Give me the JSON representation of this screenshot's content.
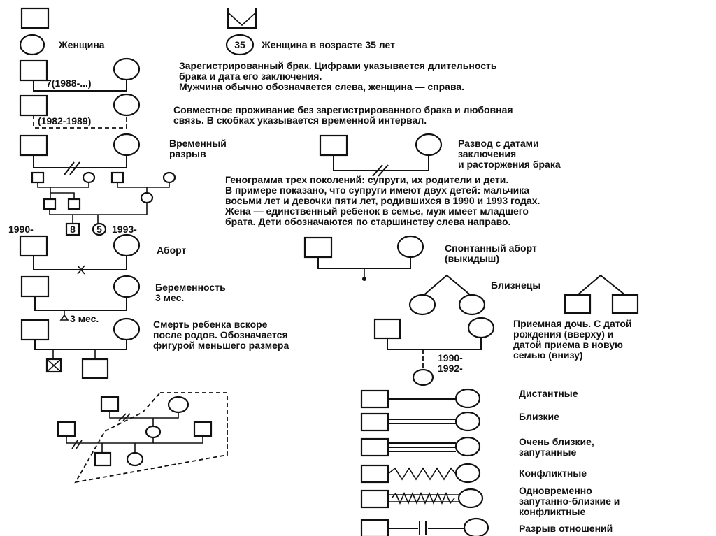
{
  "row1": {
    "woman": "Женщина",
    "age_value": "35",
    "age_text": "Женщина в возрасте 35 лет"
  },
  "marriage": {
    "label": "7(1988-...)",
    "lines": [
      "Зарегистрированный брак. Цифрами указывается длительность",
      "брака и дата его заключения.",
      "Мужчина обычно обозначается слева, женщина — справа."
    ]
  },
  "cohabitation": {
    "label": "(1982-1989)",
    "lines": [
      "Совместное проживание без зарегистрированного брака и любовная",
      "связь. В скобках указывается временной интервал."
    ]
  },
  "separation": {
    "lines": [
      "Временный",
      "разрыв"
    ]
  },
  "divorce": {
    "lines": [
      "Развод с датами",
      "заключения",
      "и расторжения брака"
    ]
  },
  "genogram": {
    "lines": [
      "Генограмма трех поколений: супруги, их родители и дети.",
      "В примере показано, что супруги имеют двух детей: мальчика",
      "восьми лет и девочки пяти лет, родившихся в 1990 и 1993 годах.",
      "Жена — единственный ребенок в семье, муж имеет младшего",
      "брата. Дети обозначаются по старшинству слева направо."
    ],
    "year_left": "1990-",
    "age_boy": "8",
    "age_girl": "5",
    "year_right": "1993-"
  },
  "abortion": {
    "label": "Аборт"
  },
  "miscarriage": {
    "lines": [
      "Спонтанный аборт",
      "(выкидыш)"
    ]
  },
  "pregnancy": {
    "lines": [
      "Беременность",
      "3 мес."
    ],
    "duration": "3 мес."
  },
  "twins": {
    "label": "Близнецы"
  },
  "child_death": {
    "lines": [
      "Смерть ребенка вскоре",
      "после родов. Обозначается",
      "фигурой меньшего размера"
    ]
  },
  "adoption": {
    "lines": [
      "Приемная дочь. С датой",
      "рождения (вверху) и",
      "датой приема в новую",
      "семью (внизу)"
    ],
    "date_top": "1990-",
    "date_bottom": "1992-"
  },
  "relationships": [
    {
      "lines": [
        "Дистантные"
      ]
    },
    {
      "lines": [
        "Близкие"
      ]
    },
    {
      "lines": [
        "Очень близкие,",
        "запутанные"
      ]
    },
    {
      "lines": [
        "Конфликтные"
      ]
    },
    {
      "lines": [
        "Одновременно",
        "запутанно-близкие и",
        "конфликтные"
      ]
    },
    {
      "lines": [
        "Разрыв отношений"
      ]
    }
  ]
}
